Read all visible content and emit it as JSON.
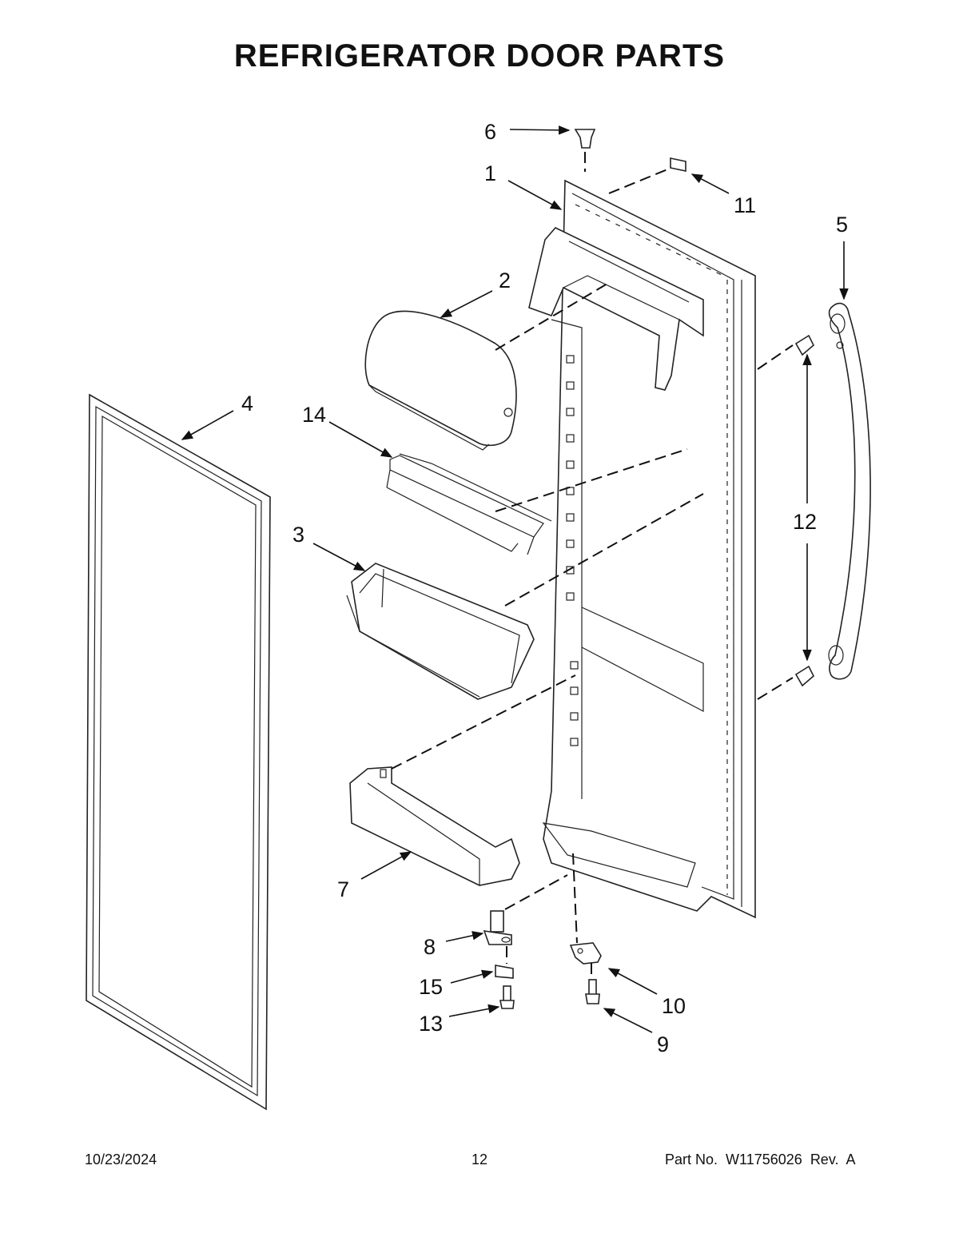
{
  "title": "REFRIGERATOR DOOR PARTS",
  "labels": {
    "p1": "1",
    "p2": "2",
    "p3": "3",
    "p4": "4",
    "p5": "5",
    "p6": "6",
    "p7": "7",
    "p8": "8",
    "p9": "9",
    "p10": "10",
    "p11": "11",
    "p12": "12",
    "p13": "13",
    "p14": "14",
    "p15": "15"
  },
  "footer": {
    "date": "10/23/2024",
    "page": "12",
    "part_no_label": "Part No.",
    "part_no": "W11756026",
    "rev_label": "Rev.",
    "rev": "A"
  }
}
